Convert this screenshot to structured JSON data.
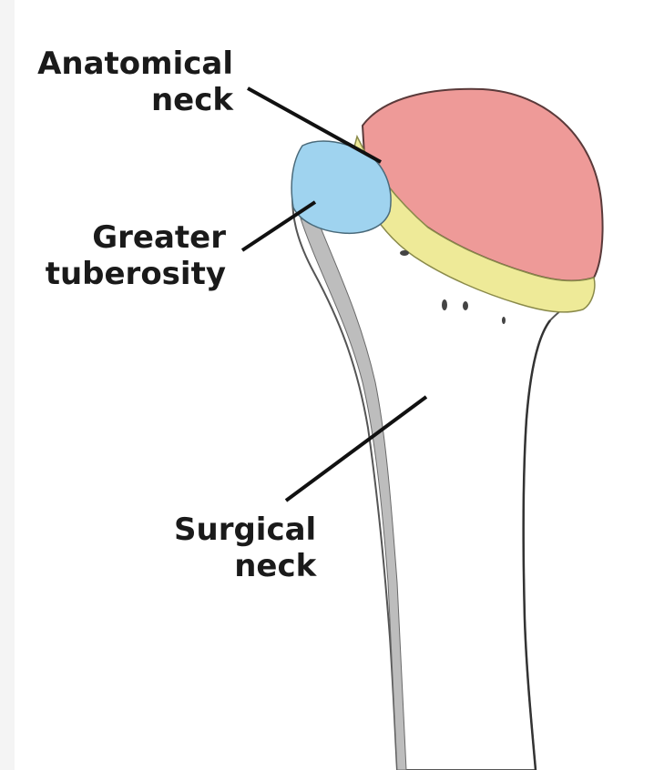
{
  "labels": {
    "anatomical_neck": {
      "line1": "Anatomical",
      "line2": "neck"
    },
    "greater_tuberosity": {
      "line1": "Greater",
      "line2": "tuberosity"
    },
    "surgical_neck": {
      "line1": "Surgical",
      "line2": "neck"
    }
  },
  "colors": {
    "head": "#ee9a98",
    "anatomical_neck_band": "#eeea98",
    "greater_tuberosity": "#9fd3ef",
    "shaft_outline": "#555555",
    "leader_line": "#111111",
    "label_text": "#1a1a1a",
    "left_panel": "#f4f4f4"
  }
}
